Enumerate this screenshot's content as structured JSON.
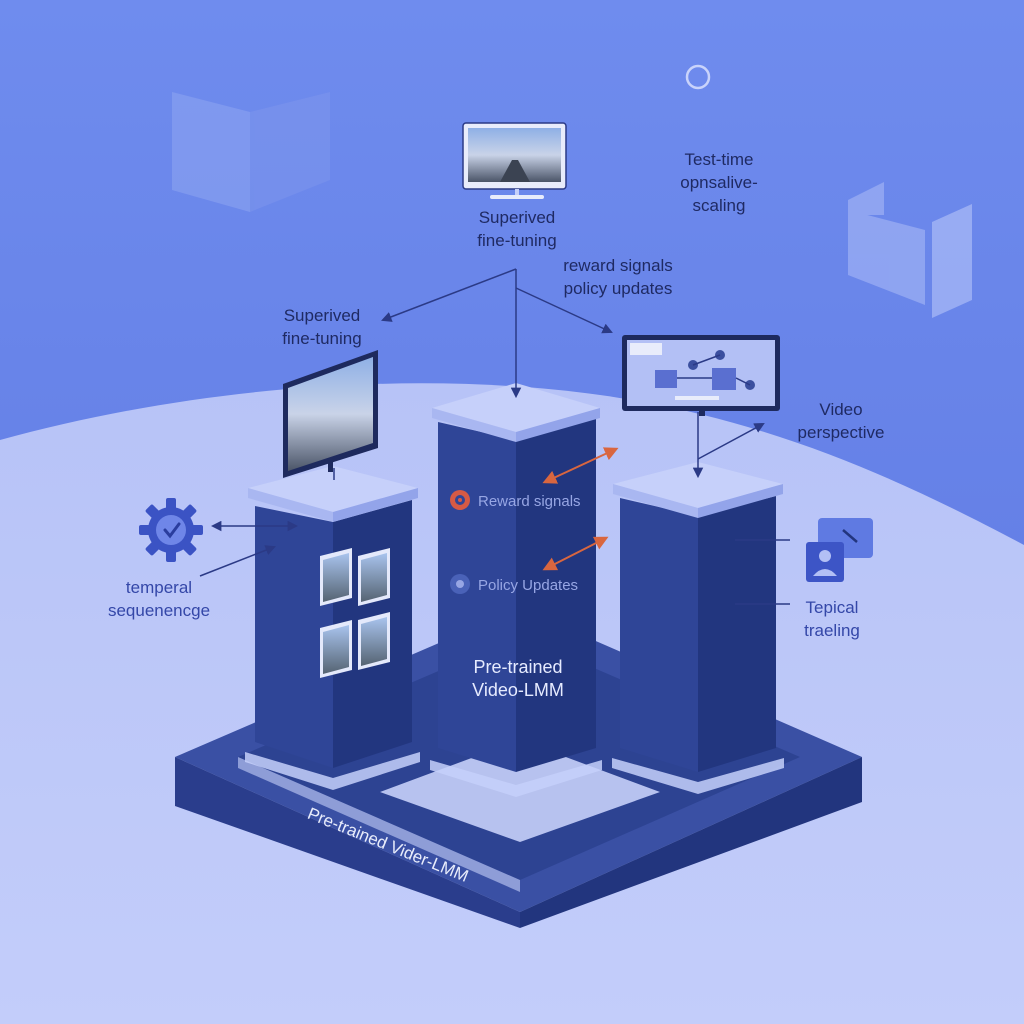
{
  "colors": {
    "sky": "#6a86ea",
    "floor": "#b8c4f7",
    "pillar_top": "#c6d0fa",
    "pillar_front": "#2f4597",
    "pillar_side": "#1f3480",
    "label_dark": "#1f2a63",
    "accent_arrow": "#d9663f"
  },
  "labels": {
    "sft_top": [
      "Superived",
      "fine-tuning"
    ],
    "reward_policy_top": [
      "reward signals",
      "policy updates"
    ],
    "test_time": [
      "Test-time",
      "opnsalive-",
      "scaling"
    ],
    "sft_left": [
      "Superived",
      "fine-tuning"
    ],
    "video_perspective": [
      "Video",
      "perspective"
    ],
    "temporal": [
      "temperal",
      "sequenencge"
    ],
    "topical": [
      "Tepical",
      "traeling"
    ],
    "reward_signals_pillar": "Reward signals",
    "policy_updates_pillar": "Policy Updates",
    "pretrained_pillar": [
      "Pre-trained",
      "Video-LMM"
    ],
    "base_label": "Pre-trained Vider-LMM"
  },
  "icons": {
    "gear": "gear-icon",
    "reward": "target-icon",
    "policy": "policy-icon",
    "chat": "chat-icon",
    "monitor": "monitor-icon"
  }
}
